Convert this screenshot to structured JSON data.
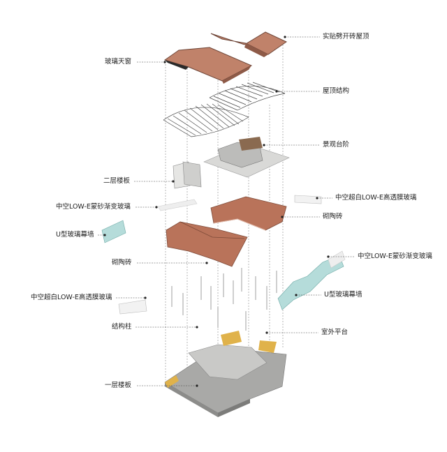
{
  "labels": {
    "tile_roof": "实贴劈开砖屋顶",
    "glass_skylight": "玻璃天窗",
    "roof_structure": "屋顶结构",
    "viewing_steps": "景观台阶",
    "second_floor_slab": "二层楼板",
    "lowe_clear_glass_upper": "中空超白LOW-E高透膜玻璃",
    "lowe_frosted_gradient_left": "中空LOW-E蒙砂渐变玻璃",
    "terracotta_brick_right": "砌陶砖",
    "u_glass_wall_left": "U型玻璃幕墙",
    "lowe_frosted_gradient_right": "中空LOW-E蒙砂渐变玻璃",
    "terracotta_brick_left": "砌陶砖",
    "u_glass_wall_right": "U型玻璃幕墙",
    "lowe_clear_glass_lower": "中空超白LOW-E高透膜玻璃",
    "structural_column": "结构柱",
    "outdoor_platform": "室外平台",
    "ground_floor_slab": "一层楼板"
  },
  "colors": {
    "roof": "#c0826a",
    "roof_dark": "#8e5a47",
    "brick": "#b9735a",
    "slab": "#a9a9a7",
    "slab_light": "#d9d9d7",
    "glass_cyan": "#b5dcda",
    "platform": "#e0b24a",
    "line": "#555555"
  }
}
